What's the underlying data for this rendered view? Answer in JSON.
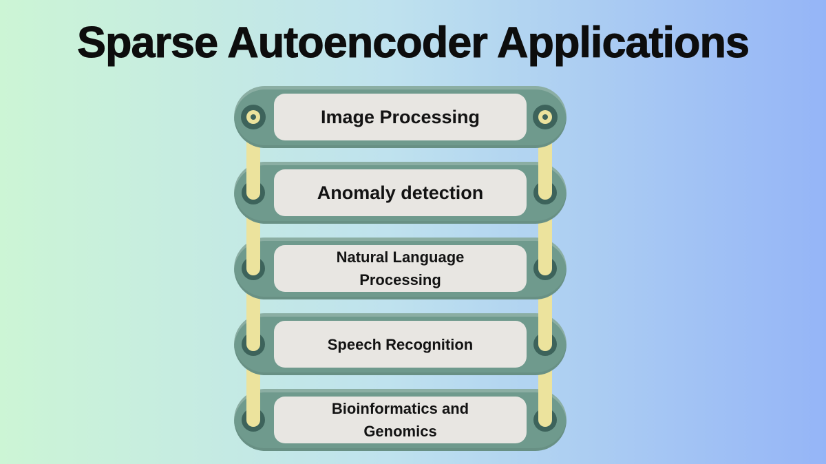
{
  "title": "Sparse Autoencoder Applications",
  "items": [
    {
      "label": "Image Processing",
      "text_size": "large"
    },
    {
      "label": "Anomaly detection",
      "text_size": "large"
    },
    {
      "label": "Natural Language\nProcessing",
      "text_size": "small"
    },
    {
      "label": "Speech Recognition",
      "text_size": "small"
    },
    {
      "label": "Bioinformatics and\nGenomics",
      "text_size": "small"
    }
  ],
  "colors": {
    "bg_left": "#ccf5d5",
    "bg_mid": "#bfe2ee",
    "bg_right": "#95b5f7",
    "pill": "#6f9a8d",
    "dark_teal": "#3d635b",
    "strap_yellow": "#ece39d",
    "label_bg": "#e8e6e2",
    "title_color": "#0d0d0d",
    "label_text": "#131313"
  }
}
